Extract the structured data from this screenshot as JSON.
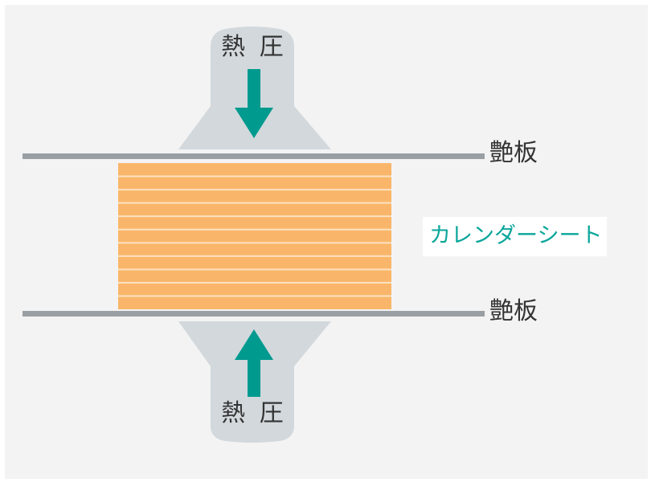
{
  "diagram": {
    "top_press_label": "熱 圧",
    "bottom_press_label": "熱 圧",
    "top_plate_label": "艶板",
    "bottom_plate_label": "艶板",
    "sheet_label": "カレンダーシート"
  },
  "colors": {
    "background": "#f3f3f3",
    "press_body": "#d2d8dc",
    "plate_line": "#9a9fa3",
    "sheet_fill": "#f9b66a",
    "sheet_line": "#fce2c2",
    "arrow": "#009a8f",
    "sheet_label_text": "#0aa69a"
  },
  "sheet": {
    "layer_count": 11
  }
}
